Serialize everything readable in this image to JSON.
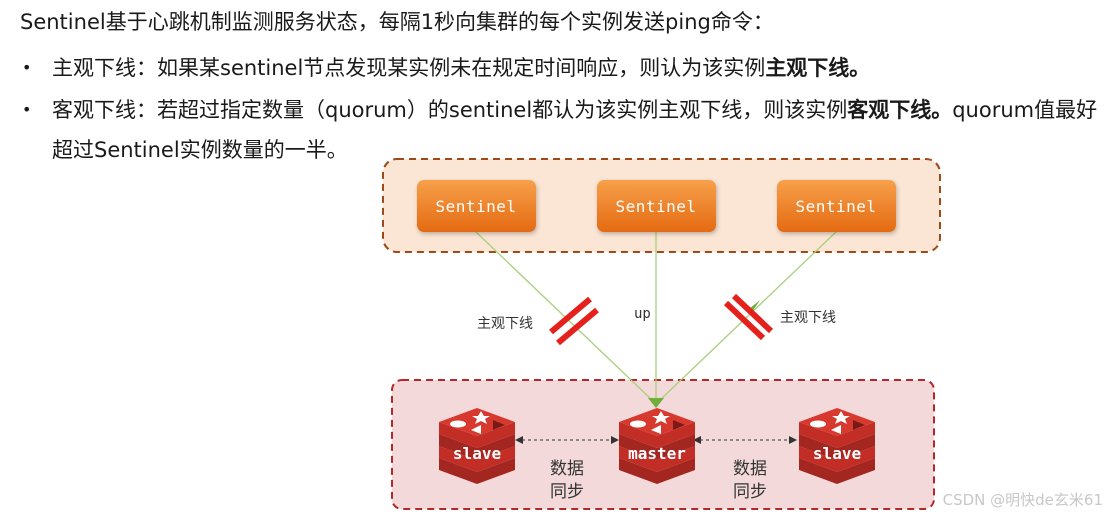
{
  "intro": "Sentinel基于心跳机制监测服务状态，每隔1秒向集群的每个实例发送ping命令：",
  "bullets": [
    {
      "symbol": "•",
      "prefix": "主观下线：如果某sentinel节点发现某实例未在规定时间响应，则认为该实例",
      "emph": "主观下线。",
      "suffix": ""
    },
    {
      "symbol": "•",
      "prefix": "客观下线：若超过指定数量（quorum）的sentinel都认为该实例主观下线，则该实例",
      "emph": "客观下线。",
      "suffix": "quorum值最好",
      "continuation": "超过Sentinel实例数量的一半。"
    }
  ],
  "diagram": {
    "sentinels": [
      "Sentinel",
      "Sentinel",
      "Sentinel"
    ],
    "edges": {
      "left": "主观下线",
      "middle": "up",
      "right": "主观下线"
    },
    "nodes": {
      "left": "slave",
      "center": "master",
      "right": "slave"
    },
    "sync_left": [
      "数据",
      "同步"
    ],
    "sync_right": [
      "数据",
      "同步"
    ]
  },
  "colors": {
    "sentinel_orange": "#ee7a1c",
    "sentinel_box_fill": "#fbe5d4",
    "sentinel_box_border": "#9c4a1a",
    "redis_box_fill": "#f3d9d9",
    "redis_box_border": "#b02a2a",
    "redis_red": "#d2342b",
    "break_red": "#e4211c",
    "edge_green": "#a9cf7a"
  },
  "watermark": "CSDN @明快de玄米61"
}
